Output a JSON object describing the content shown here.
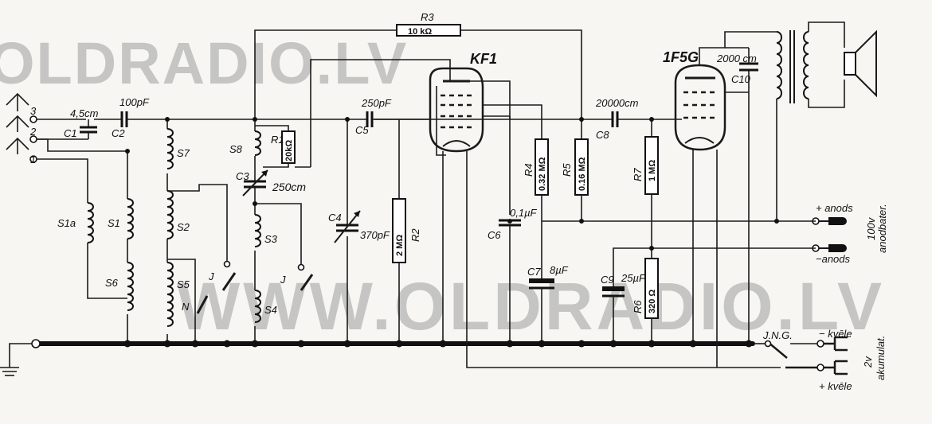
{
  "watermarks": {
    "top": "OLDRADIO.LV",
    "bottom": "WWW.OLDRADIO.LV"
  },
  "tubes": {
    "detector": "KF1",
    "output": "1F5G"
  },
  "antenna": {
    "terminal_3": "3",
    "terminal_2": "2",
    "terminal_1": "1"
  },
  "components": {
    "c1": "C1",
    "c1_value": "4,5cm",
    "c2": "C2",
    "c2_value": "100pF",
    "c3": "C3",
    "c3_value": "250cm",
    "c4": "C4",
    "c4_value": "370pF",
    "c5": "C5",
    "c5_value": "250pF",
    "c6": "C6",
    "c6_value": "0,1µF",
    "c7": "C7",
    "c7_value": "8µF",
    "c8": "C8",
    "c8_value": "20000cm",
    "c9": "C9",
    "c9_value": "25µF",
    "c10": "C10",
    "c10_value": "2000 cm",
    "r1": "R1",
    "r1_value": "20kΩ",
    "r2": "R2",
    "r2_value": "2 MΩ",
    "r3": "R3",
    "r3_value": "10 kΩ",
    "r4": "R4",
    "r4_value": "0.32 MΩ",
    "r5": "R5",
    "r5_value": "0.16 MΩ",
    "r6": "R6",
    "r6_value": "320 Ω",
    "r7": "R7",
    "r7_value": "1 MΩ",
    "s1a": "S1a",
    "s1": "S1",
    "s2": "S2",
    "s3": "S3",
    "s4": "S4",
    "s5": "S5",
    "s6": "S6",
    "s7": "S7",
    "s8": "S8",
    "switch_j": "J",
    "switch_n": "N",
    "switch_jng": "J.N.G."
  },
  "power": {
    "anode_plus": "+ anods",
    "anode_minus": "−anods",
    "anode_voltage": "100v",
    "anode_battery": "anodbater.",
    "heater_minus": "− kvēle",
    "heater_plus": "+ kvēle",
    "heater_voltage": "2v",
    "heater_battery": "akumulat."
  }
}
